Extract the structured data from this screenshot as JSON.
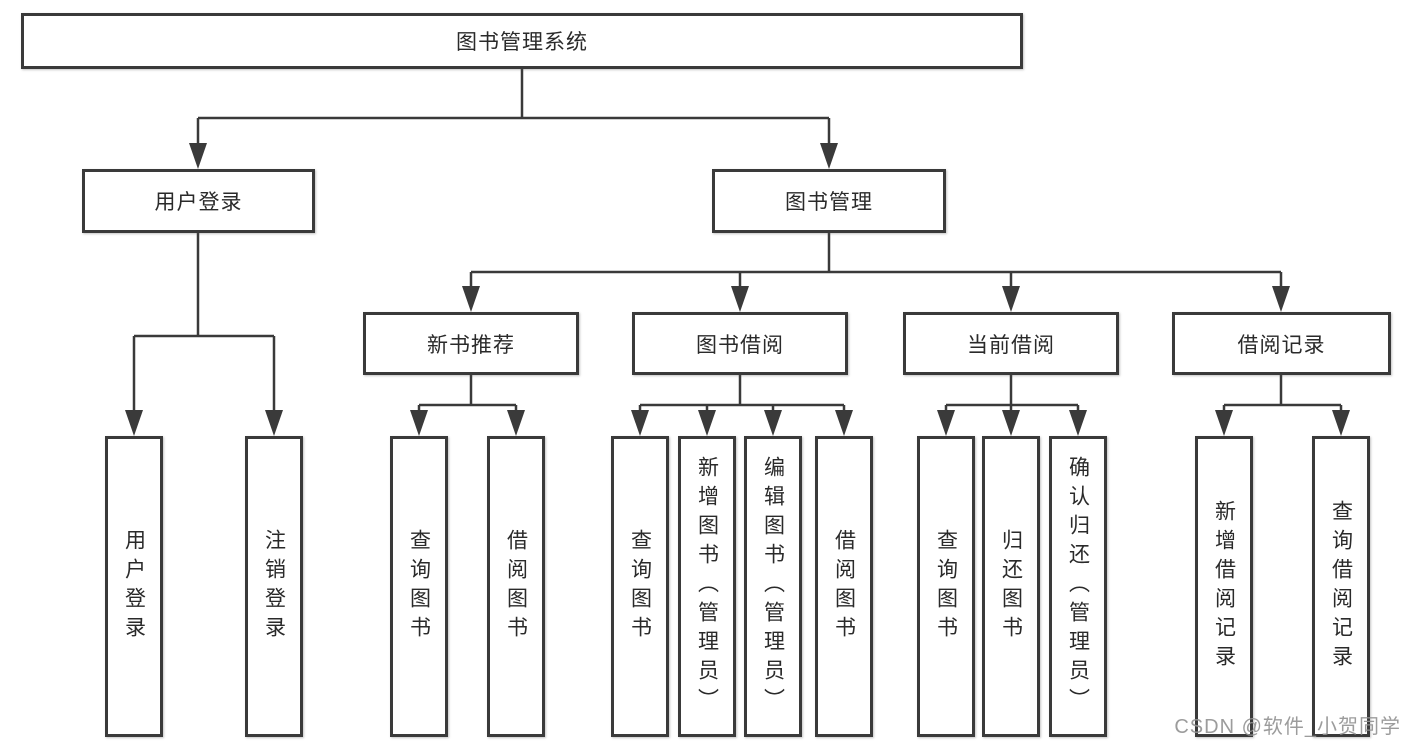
{
  "colors": {
    "line": "#3a3a3a",
    "box_border": "#3a3a3a",
    "text": "#2a2a2a",
    "watermark": "#949494",
    "background": "#ffffff"
  },
  "watermark": {
    "text": "CSDN @软件_小贺同学"
  },
  "tree": {
    "root": {
      "label": "图书管理系统"
    },
    "branches": [
      {
        "label": "用户登录",
        "children": [
          {
            "label": "用户登录"
          },
          {
            "label": "注销登录"
          }
        ]
      },
      {
        "label": "图书管理",
        "children": [
          {
            "label": "新书推荐",
            "children": [
              {
                "label": "查询图书"
              },
              {
                "label": "借阅图书"
              }
            ]
          },
          {
            "label": "图书借阅",
            "children": [
              {
                "label": "查询图书"
              },
              {
                "label": "新增图书（管理员）"
              },
              {
                "label": "编辑图书（管理员）"
              },
              {
                "label": "借阅图书"
              }
            ]
          },
          {
            "label": "当前借阅",
            "children": [
              {
                "label": "查询图书"
              },
              {
                "label": "归还图书"
              },
              {
                "label": "确认归还（管理员）"
              }
            ]
          },
          {
            "label": "借阅记录",
            "children": [
              {
                "label": "新增借阅记录"
              },
              {
                "label": "查询借阅记录"
              }
            ]
          }
        ]
      }
    ]
  }
}
